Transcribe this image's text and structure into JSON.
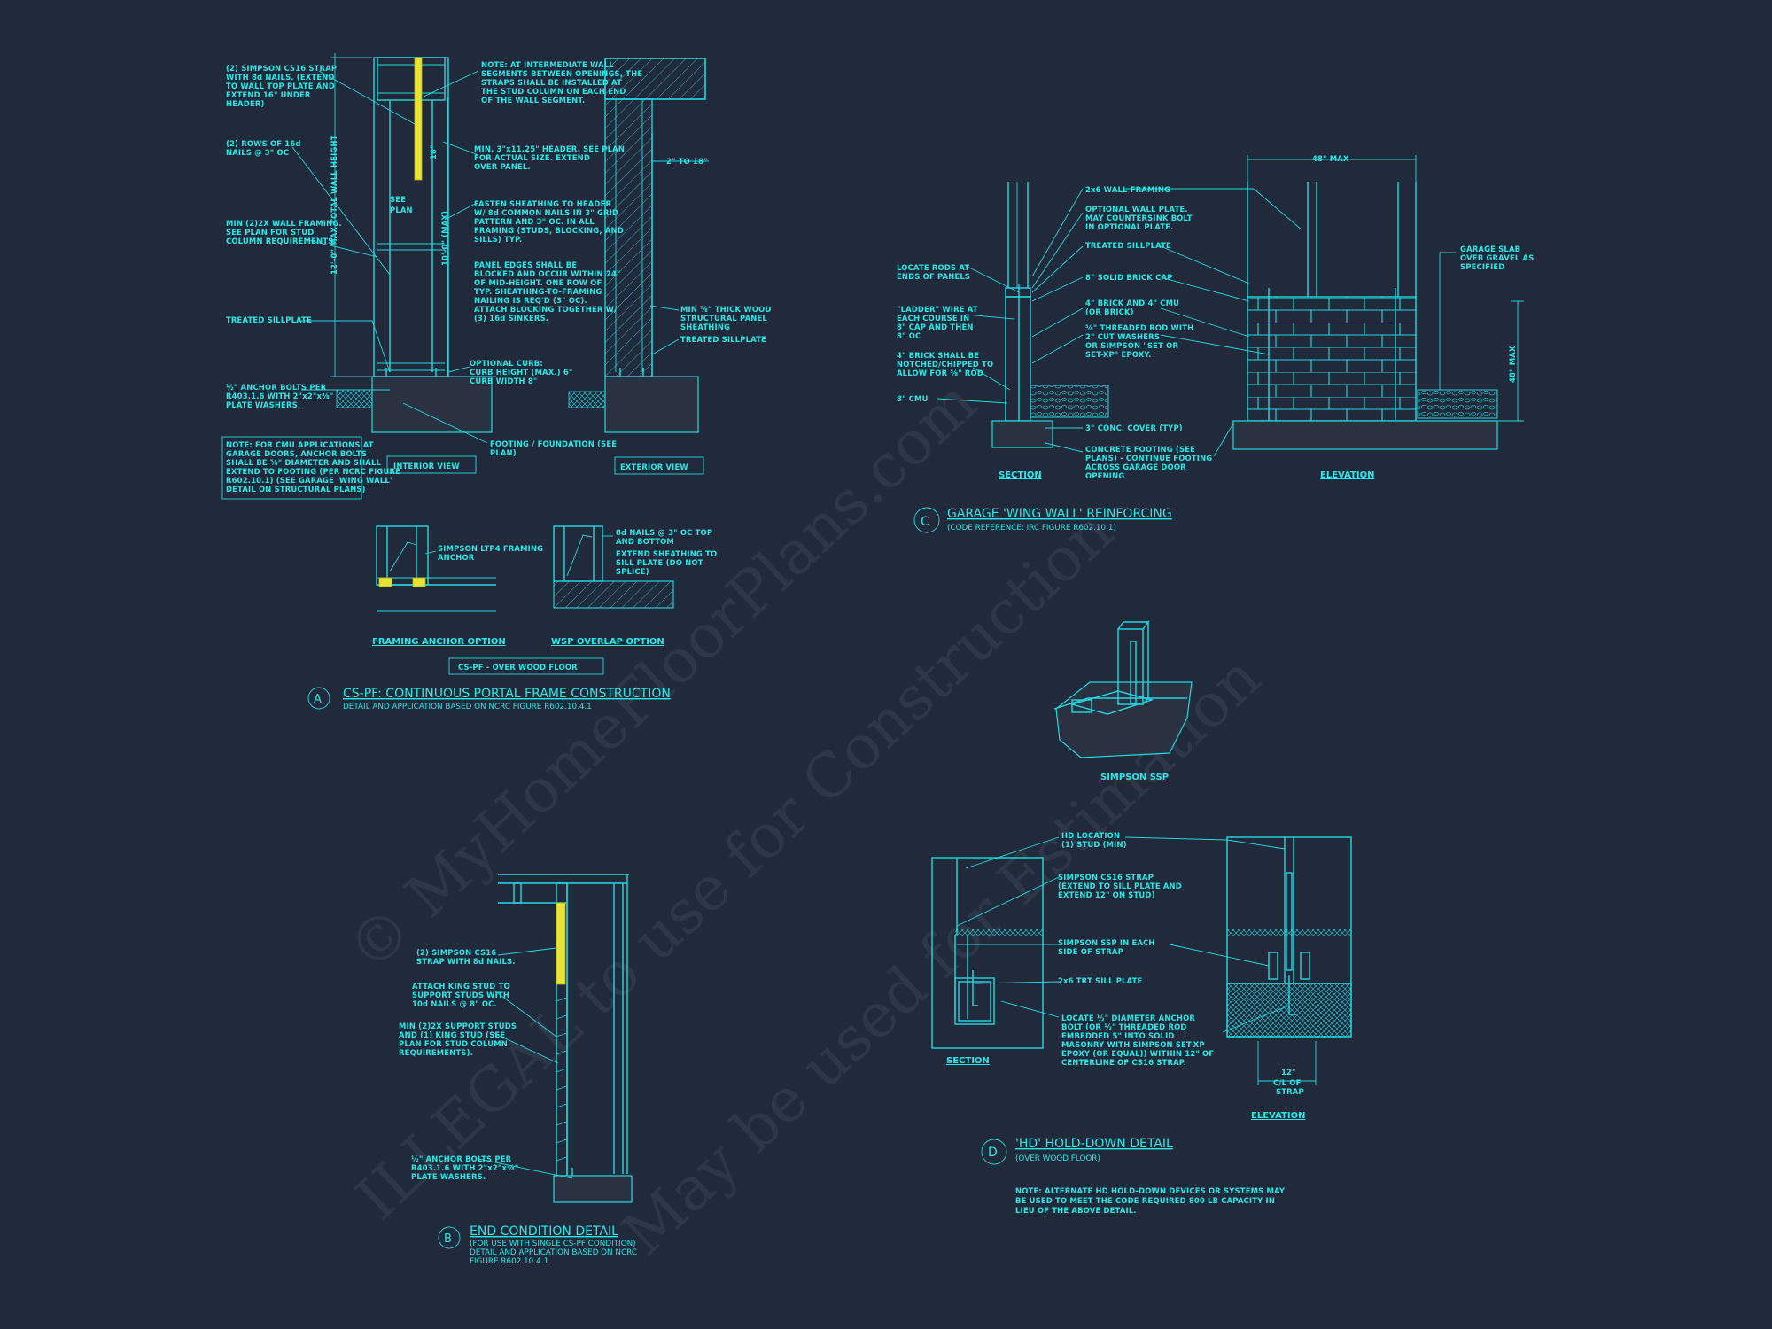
{
  "colors": {
    "background": "#212a3b",
    "line": "#25d8e0",
    "text": "#2ee6e6",
    "strap": "#e6e23a"
  },
  "watermark": {
    "line1": "© MyHomeFloorPlans.com",
    "line2": "ILLEGAL to use for Construction",
    "line3": "May be used for Estimation"
  },
  "detailA": {
    "notes": {
      "strap": [
        "(2) SIMPSON CS16 STRAP",
        "WITH 8d NAILS. (EXTEND",
        "TO WALL TOP PLATE AND",
        "EXTEND 16\" UNDER",
        "HEADER)"
      ],
      "nails": [
        "(2) ROWS OF 16d",
        "NAILS @ 3\" OC"
      ],
      "framing": [
        "MIN (2)2X WALL FRAMING.",
        "SEE PLAN FOR STUD",
        "COLUMN REQUIREMENTS."
      ],
      "sill": "TREATED SILLPLATE",
      "anchor": [
        "½\" ANCHOR BOLTS PER",
        "R403.1.6 WITH 2\"x2\"x⅜\"",
        "PLATE WASHERS."
      ],
      "cmu": [
        "NOTE: FOR CMU APPLICATIONS AT",
        "GARAGE DOORS, ANCHOR BOLTS",
        "SHALL BE ⅝\" DIAMETER AND SHALL",
        "EXTEND TO FOOTING (PER NCRC FIGURE",
        "R602.10.1) (SEE GARAGE 'WING WALL'",
        "DETAIL ON STRUCTURAL PLANS)"
      ],
      "intermediate": [
        "NOTE: AT INTERMEDIATE WALL",
        "SEGMENTS BETWEEN OPENINGS, THE",
        "STRAPS SHALL BE INSTALLED AT",
        "THE STUD COLUMN ON EACH END",
        "OF THE WALL SEGMENT."
      ],
      "header": [
        "MIN. 3\"x11.25\" HEADER. SEE PLAN",
        "FOR ACTUAL SIZE. EXTEND",
        "OVER PANEL."
      ],
      "fasten": [
        "FASTEN SHEATHING TO HEADER",
        "W/ 8d COMMON NAILS IN 3\" GRID",
        "PATTERN AND 3\" OC. IN ALL",
        "FRAMING (STUDS, BLOCKING, AND",
        "SILLS) TYP."
      ],
      "panel": [
        "PANEL EDGES SHALL BE",
        "BLOCKED AND OCCUR WITHIN 24\"",
        "OF MID-HEIGHT. ONE ROW OF",
        "TYP. SHEATHING-TO-FRAMING",
        "NAILING IS REQ'D (3\" OC).",
        "ATTACH BLOCKING TOGETHER W/",
        "(3) 16d SINKERS."
      ],
      "curb": [
        "OPTIONAL CURB:",
        "CURB HEIGHT (MAX.) 6\"",
        "CURB WIDTH 8\""
      ],
      "footing": [
        "FOOTING / FOUNDATION (SEE",
        "PLAN)"
      ],
      "gap": "2\" TO 18\"",
      "osb": [
        "MIN ⅞\" THICK WOOD",
        "STRUCTURAL PANEL",
        "SHEATHING"
      ],
      "sill2": "TREATED SILLPLATE",
      "ltp4": [
        "SIMPSON LTP4 FRAMING",
        "ANCHOR"
      ],
      "nails8d": [
        "8d NAILS @ 3\" OC TOP",
        "AND BOTTOM"
      ],
      "extend": [
        "EXTEND SHEATHING TO",
        "SILL PLATE (DO NOT",
        "SPLICE)"
      ]
    },
    "dims": {
      "height": "12'-0\" MAX TOTAL WALL HEIGHT",
      "max": "10'-0\" (MAX)",
      "see_plan": [
        "SEE",
        "PLAN"
      ],
      "d18": "18\""
    },
    "labels": {
      "interior": "INTERIOR VIEW",
      "exterior": "EXTERIOR VIEW",
      "framing_anchor": "FRAMING ANCHOR OPTION",
      "wsp": "WSP OVERLAP OPTION",
      "floor": "CS-PF - OVER WOOD FLOOR"
    },
    "marker": "A",
    "title": "CS-PF: CONTINUOUS PORTAL FRAME CONSTRUCTION",
    "subtitle": "DETAIL AND APPLICATION BASED ON NCRC FIGURE R602.10.4.1"
  },
  "detailB": {
    "notes": {
      "strap": [
        "(2) SIMPSON CS16",
        "STRAP WITH 8d NAILS."
      ],
      "king": [
        "ATTACH KING STUD TO",
        "SUPPORT STUDS WITH",
        "10d NAILS @ 8\" OC."
      ],
      "support": [
        "MIN (2)2X SUPPORT STUDS",
        "AND (1) KING STUD (SEE",
        "PLAN FOR STUD COLUMN",
        "REQUIREMENTS)."
      ],
      "anchor": [
        "½\" ANCHOR BOLTS PER",
        "R403.1.6 WITH 2\"x2\"x⅜\"",
        "PLATE WASHERS."
      ]
    },
    "marker": "B",
    "title": "END CONDITION DETAIL",
    "subtitle": [
      "(FOR USE WITH SINGLE CS-PF CONDITION)",
      "DETAIL AND APPLICATION BASED ON NCRC",
      "FIGURE R602.10.4.1"
    ]
  },
  "detailC": {
    "notes": {
      "framing": "2x6 WALL FRAMING",
      "optional": [
        "OPTIONAL WALL PLATE.",
        "MAY COUNTERSINK BOLT",
        "IN OPTIONAL PLATE."
      ],
      "sill": "TREATED SILLPLATE",
      "brickcap": "8\" SOLID BRICK CAP",
      "brickcmu": [
        "4\" BRICK AND 4\" CMU",
        "(OR BRICK)"
      ],
      "rod": [
        "⅝\" THREADED ROD WITH",
        "2\" CUT WASHERS",
        "OR SIMPSON \"SET OR",
        "SET-XP\" EPOXY."
      ],
      "cover": "3\" CONC. COVER (TYP)",
      "footing": [
        "CONCRETE FOOTING (SEE",
        "PLANS) - CONTINUE FOOTING",
        "ACROSS GARAGE DOOR",
        "OPENING"
      ],
      "locate": [
        "LOCATE RODS AT",
        "ENDS OF PANELS"
      ],
      "ladder": [
        "\"LADDER\" WIRE AT",
        "EACH COURSE IN",
        "8\" CAP AND THEN",
        "8\" OC"
      ],
      "notch": [
        "4\" BRICK SHALL BE",
        "NOTCHED/CHIPPED TO",
        "ALLOW FOR ⅝\" ROD"
      ],
      "cmu": "8\" CMU",
      "slab": [
        "GARAGE SLAB",
        "OVER GRAVEL AS",
        "SPECIFIED"
      ]
    },
    "dims": {
      "width": "48\" MAX",
      "height": "48\" MAX"
    },
    "labels": {
      "section": "SECTION",
      "elevation": "ELEVATION"
    },
    "marker": "C",
    "title": "GARAGE 'WING WALL' REINFORCING",
    "subtitle": "(CODE REFERENCE: IRC FIGURE R602.10.1)"
  },
  "ssp": {
    "label": "SIMPSON SSP"
  },
  "detailD": {
    "notes": {
      "hd": [
        "HD LOCATION",
        "(1) STUD (MIN)"
      ],
      "strap": [
        "SIMPSON CS16 STRAP",
        "(EXTEND TO SILL PLATE AND",
        "EXTEND 12\" ON STUD)"
      ],
      "ssp": [
        "SIMPSON SSP IN EACH",
        "SIDE OF STRAP"
      ],
      "sill": "2x6 TRT SILL PLATE",
      "anchor": [
        "LOCATE ½\" DIAMETER ANCHOR",
        "BOLT (OR ½\" THREADED ROD",
        "EMBEDDED 5\" INTO SOLID",
        "MASONRY WITH SIMPSON SET-XP",
        "EPOXY (OR EQUAL)) WITHIN 12\" OF",
        "CENTERLINE OF CS16 STRAP."
      ],
      "dim": [
        "12\"",
        "C/L OF",
        "STRAP"
      ]
    },
    "labels": {
      "section": "SECTION",
      "elevation": "ELEVATION"
    },
    "marker": "D",
    "title": "'HD' HOLD-DOWN DETAIL",
    "subtitle": "(OVER WOOD FLOOR)",
    "note": [
      "NOTE: ALTERNATE HD HOLD-DOWN DEVICES OR SYSTEMS MAY",
      "BE USED TO MEET THE CODE REQUIRED 800 LB CAPACITY IN",
      "LIEU OF THE ABOVE DETAIL."
    ]
  }
}
